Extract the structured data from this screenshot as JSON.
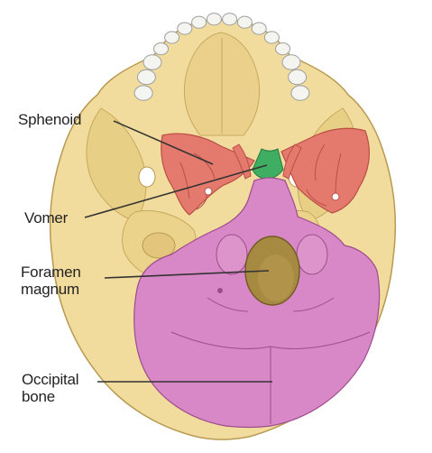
{
  "labels": {
    "sphenoid": "Sphenoid",
    "vomer": "Vomer",
    "foramen_line1": "Foramen",
    "foramen_line2": "magnum",
    "occipital_line1": "Occipital",
    "occipital_line2": "bone"
  },
  "colors": {
    "background": "#ffffff",
    "bone": "#f1dc9e",
    "bone_shadow": "#d9bf73",
    "bone_outline": "#b89a52",
    "sphenoid": "#e47a6e",
    "sphenoid_dark": "#b94e45",
    "vomer": "#3fae62",
    "occipital": "#d888c6",
    "occipital_dark": "#b15ea0",
    "foramen": "#a68a42",
    "teeth": "#f4f4f1",
    "teeth_outline": "#9e9e9e",
    "leader_line": "#333333",
    "text": "#222222"
  }
}
